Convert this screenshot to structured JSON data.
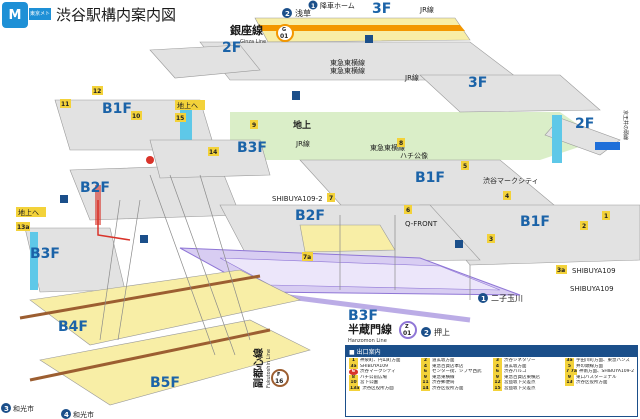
{
  "header": {
    "logo_glyph": "M",
    "brand": "東京メトロ",
    "title": "渋谷駅構内案内図"
  },
  "floors": {
    "f3_top": "3F",
    "f3_right": "3F",
    "f2_left": "2F",
    "f2_right": "2F",
    "b1f_left": "B1F",
    "b1f_mid": "B1F",
    "b1f_right": "B1F",
    "b2f_left": "B2F",
    "b2f_mid": "B2F",
    "b3f_mid": "B3F",
    "b3f_left": "B3F",
    "b3f_bottom": "B3F",
    "b4f": "B4F",
    "b5f": "B5F"
  },
  "lines": {
    "ginza": {
      "name": "銀座線",
      "romaji": "Ginza Line",
      "code_letter": "G",
      "code_num": "01",
      "color": "#f39700"
    },
    "hanzomon": {
      "name": "半蔵門線",
      "romaji": "Hanzomon Line",
      "code_letter": "Z",
      "code_num": "01",
      "color": "#8f76d6"
    },
    "fukutoshin": {
      "name": "副都心線",
      "romaji": "Fukutoshin Line",
      "code_letter": "F",
      "code_num": "16",
      "color": "#9c5e31"
    }
  },
  "direction_signs": {
    "asakusa": {
      "num": "2",
      "text": "浅草"
    },
    "kouya_home": {
      "num": "1",
      "text": "降車ホーム"
    },
    "futako": {
      "num": "1",
      "text": "二子玉川"
    },
    "oshiage": {
      "num": "2",
      "text": "押上"
    },
    "wakoshi_3": {
      "num": "3",
      "text": "和光市"
    },
    "wakoshi_4": {
      "num": "4",
      "text": "和光市"
    }
  },
  "labels": {
    "ground_left": "地上へ",
    "ground_left2": "地上へ",
    "ground_mid": "地上",
    "jr_line": "JR線",
    "jr_line2": "JR線",
    "jr_line3": "JR線",
    "toyoko_west": "東急東横線",
    "toyoko_west2": "東急東横線",
    "toyoko_3": "東急東横線",
    "hachiko": "ハチ公像",
    "shibuya_mark_city": "渋谷マークシティ",
    "inokashira": "京王井の頭線",
    "q_front": "Q-FRONT",
    "shibuya109_2": "SHIBUYA109-2",
    "shibuya109": "SHIBUYA109",
    "shibuya109_b": "SHIBUYA109"
  },
  "exits": {
    "e11": "11",
    "e12": "12",
    "e10": "10",
    "e15": "15",
    "e9": "9",
    "e14": "14",
    "e8": "8",
    "e6": "6",
    "e5": "5",
    "e7": "7",
    "e7a": "7a",
    "e4": "4",
    "e3": "3",
    "e3a": "3a",
    "e2": "2",
    "e1": "1",
    "e13a": "13a"
  },
  "legend": {
    "title": "■ 出口案内",
    "items": [
      {
        "num": "1",
        "text": "神泉町、円山町方面",
        "red": false
      },
      {
        "num": "2",
        "text": "道玄坂方面",
        "red": false
      },
      {
        "num": "3",
        "text": "渋谷シネタワー",
        "red": false
      },
      {
        "num": "3a",
        "text": "宇田川町方面、東急ハンズ",
        "red": false
      },
      {
        "num": "3a",
        "text": "SHIBUYA109",
        "red": false
      },
      {
        "num": "4",
        "text": "東急百貨店本店",
        "red": false
      },
      {
        "num": "4",
        "text": "道玄坂方面",
        "red": false
      },
      {
        "num": "5",
        "text": "井の頭線方面",
        "red": false
      },
      {
        "num": "6",
        "text": "渋谷マークシティ",
        "red": true
      },
      {
        "num": "6",
        "text": "センター街、シブヤ西武",
        "red": false
      },
      {
        "num": "6",
        "text": "渋谷パルコ",
        "red": false
      },
      {
        "num": "7 7a",
        "text": "神南方面、SHIBUYA109-2",
        "red": false
      },
      {
        "num": "8",
        "text": "ハチ公前広場",
        "red": false
      },
      {
        "num": "9",
        "text": "東急東横線",
        "red": false
      },
      {
        "num": "9",
        "text": "東急百貨店東横店",
        "red": false
      },
      {
        "num": "9",
        "text": "東口バスターミナル",
        "red": false
      },
      {
        "num": "10",
        "text": "宮下公園",
        "red": false
      },
      {
        "num": "11",
        "text": "渋谷郵便局",
        "red": false
      },
      {
        "num": "12",
        "text": "宮益坂下交差点",
        "red": false
      },
      {
        "num": "13",
        "text": "渋谷区役所方面",
        "red": false
      },
      {
        "num": "13a",
        "text": "渋谷区役所方面",
        "red": false
      },
      {
        "num": "14",
        "text": "渋谷区役所方面",
        "red": false
      },
      {
        "num": "15",
        "text": "宮益坂下交差点",
        "red": false
      }
    ]
  },
  "colors": {
    "floor_fill": "#e2e2e2",
    "floor_edge": "#9a9a9a",
    "ground_fill": "#d6ecc2",
    "platform_fill": "#f8eea6",
    "ginza": "#f39700",
    "hanzomon": "#8f76d6",
    "fukutoshin": "#9c5e31",
    "floor_label": "#1b63a8",
    "exit_badge": "#f3d23a",
    "accent_red": "#d9332a",
    "jr_blue": "#1b4f8a"
  }
}
